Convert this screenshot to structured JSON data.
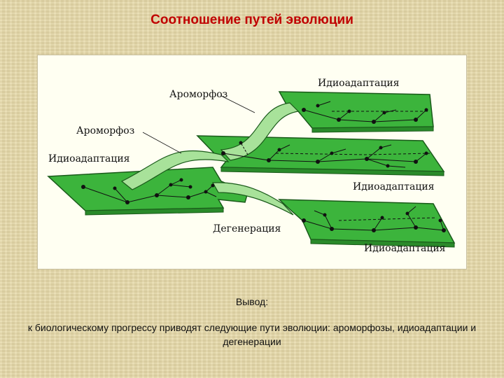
{
  "title": "Соотношение путей эволюции",
  "diagram": {
    "labels": {
      "aromorphosis_top": "Ароморфоз",
      "aromorphosis_mid": "Ароморфоз",
      "idioadaptation_left": "Идиоадаптация",
      "idioadaptation_top": "Идиоадаптация",
      "idioadaptation_mid": "Идиоадаптация",
      "degeneration": "Дегенерация",
      "idioadaptation_bottom": "Идиоадаптация"
    },
    "colors": {
      "plane_fill": "#3cb43c",
      "plane_stroke": "#1a5a1a",
      "ribbon_fill": "#a8e29a",
      "node": "#111111"
    }
  },
  "conclusion": {
    "heading": "Вывод:",
    "text": "к биологическому прогрессу приводят следующие пути эволюции: ароморфозы, идиоадаптации и дегенерации"
  }
}
